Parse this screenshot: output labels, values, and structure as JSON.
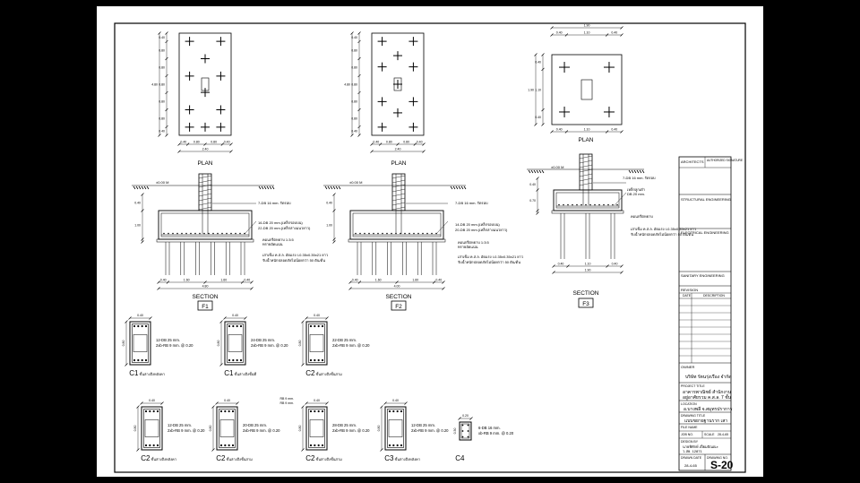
{
  "footings": [
    {
      "id": "F1",
      "plan_label": "PLAN",
      "section_label": "SECTION",
      "plan_dims_v": [
        "0.40",
        "0.80",
        "0.80",
        "0.80",
        "0.80",
        "0.80",
        "0.40"
      ],
      "plan_dims_h": [
        "0.40",
        "0.80",
        "0.80",
        "0.40"
      ],
      "plan_total_v": "4.80",
      "plan_total_h": "2.40",
      "level": "±0.00 M",
      "dim_left": [
        "0.40",
        "1.00",
        "0.50"
      ],
      "sec_dims": [
        "0.40",
        "1.60",
        "1.60",
        "0.40"
      ],
      "sec_total": "4.80",
      "note_top": "7-DB 16 mm. รัดรอบ",
      "note_bars1": "16-DB 20 mm.(เหล็กรอบบน)",
      "note_bars2": "22-DB 20 mm.(เหล็กล่างแนวยาว)",
      "note_lean": "คอนกรีตหยาบ 1:3:5",
      "note_lean2": "ทรายอัดแน่น",
      "note_pile": "เสาเข็ม ค.ส.ล. อัดแรง I-0.35x0.35x21 ยาว",
      "note_pile2": "รับน้ำหนักปลอดภัยไม่น้อยกว่า 50 ตัน/ต้น"
    },
    {
      "id": "F2",
      "plan_label": "PLAN",
      "section_label": "SECTION",
      "plan_dims_v": [
        "0.40",
        "0.80",
        "0.80",
        "0.80",
        "0.80",
        "0.80",
        "0.40"
      ],
      "plan_dims_h": [
        "0.40",
        "0.80",
        "0.80",
        "0.40"
      ],
      "plan_total_v": "4.80",
      "plan_total_h": "2.40",
      "level": "±0.00 M",
      "dim_left": [
        "0.40",
        "1.00",
        "0.50"
      ],
      "sec_dims": [
        "0.40",
        "1.60",
        "1.60",
        "0.40"
      ],
      "sec_total": "4.00",
      "note_top": "7-DB 16 mm. รัดรอบ",
      "note_bars1": "14-DB 20 mm.(เหล็กรอบบน)",
      "note_bars2": "20-DB 20 mm.(เหล็กล่างแนวยาว)",
      "note_lean": "คอนกรีตหยาบ 1:3:5",
      "note_lean2": "ทรายอัดแน่น",
      "note_pile": "เสาเข็ม ค.ส.ล. อัดแรง I-0.35x0.35x21 ยาว",
      "note_pile2": "รับน้ำหนักปลอดภัยไม่น้อยกว่า 50 ตัน/ต้น"
    },
    {
      "id": "F3",
      "plan_label": "PLAN",
      "section_label": "SECTION",
      "plan_dims_top": [
        "0.40",
        "1.10",
        "0.40"
      ],
      "plan_top_total": "1.90",
      "plan_dims_v": [
        "0.40",
        "1.10",
        "0.40"
      ],
      "plan_total_v": "1.90",
      "plan_dims_h": [
        "0.40",
        "1.10",
        "0.40"
      ],
      "plan_total_h": "1.90",
      "level": "±0.00 M",
      "dim_left": [
        "0.40",
        "0.70",
        "0.50"
      ],
      "sec_dims": [
        "0.40",
        "1.10",
        "0.40"
      ],
      "sec_total": "1.90",
      "note_top": "7-DB 16 mm. รัดรอบ",
      "note_bars1": "เหล็กลูกเต๋า",
      "note_bars2": "DB 20 mm.",
      "note_lean": "คอนกรีตหยาบ",
      "note_pile": "เสาเข็ม ค.ส.ล. อัดแรง I-0.35x0.35x21 ยาว",
      "note_pile2": "รับน้ำหนักปลอดภัยไม่น้อยกว่า 50 ตัน/ต้น"
    }
  ],
  "columns_row1": [
    {
      "id": "C1",
      "tag": "ชั้นล่างถึงหลังคา",
      "dim_w": "0.40",
      "dim_h": "0.80",
      "bars": "12-DB 25 mm.",
      "ties": "2xb-RB 9 mm. @ 0.20"
    },
    {
      "id": "C1",
      "tag": "ชั้นล่างถึงชั้นที่",
      "dim_w": "0.40",
      "dim_h": "0.80",
      "bars": "24-DB 25 mm.",
      "ties": "2xb-RB 9 mm. @ 0.20"
    },
    {
      "id": "C2",
      "tag": "ชั้นล่างถึงชั้นสาม",
      "dim_w": "0.40",
      "dim_h": "0.80",
      "bars": "22-DB 25 mm.",
      "ties": "2xb-RB 9 mm. @ 0.20"
    }
  ],
  "columns_row2": [
    {
      "id": "C2",
      "tag": "ชั้นล่างถึงหลังคา",
      "dim_w": "0.40",
      "dim_h": "0.80",
      "bars": "12-DB 25 mm.",
      "ties": "2xb-RB 9 mm. @ 0.20"
    },
    {
      "id": "C2",
      "tag": "ชั้นล่างถึงชั้นสาม",
      "dim_w": "0.40",
      "dim_h": "0.80",
      "bars": "20-DB 25 mm.",
      "ties": "2xb-RB 9 mm. @ 0.20"
    },
    {
      "id": "C2",
      "tag": "ชั้นล่างถึงชั้นสาม",
      "dim_w": "0.40",
      "dim_h": "0.80",
      "bars": "28-DB 25 mm.",
      "ties": "2xb-RB 9 mm. @ 0.20",
      "extra": [
        "RB 9 mm.",
        "RB 9 mm."
      ]
    },
    {
      "id": "C3",
      "tag": "ชั้นล่างถึงหลังคา",
      "dim_w": "0.40",
      "dim_h": "0.80",
      "bars": "12-DB 25 mm.",
      "ties": "2xb-RB 9 mm. @ 0.20"
    }
  ],
  "column_c4": {
    "id": "C4",
    "dim_w": "0.20",
    "dim_h": "0.30",
    "bars": "6-DB 16 mm.",
    "ties": "xb-RB 9 mm. @ 0.20"
  },
  "title_block": {
    "architects": "ARCHITECTS",
    "authorized": "AUTHORIZED SIGNATURE",
    "structural": "STRUCTURAL ENGINEERING",
    "electrical": "ELECTRICAL ENGINEERING",
    "sanitary": "SANITARY ENGINEERING",
    "revision": "REVISION",
    "date": "DATE",
    "description": "DESCRIPTION",
    "owner_label": "OWNER",
    "owner": "บริษัท รัตนรุ่งเรือง จำกัด",
    "project_label": "PROJECT TITLE",
    "project1": "อาคารพาณิชย์ สำนักงาน",
    "project2": "อยู่อาศัยรวม ค.ส.ล. 7 ชั้น",
    "location_label": "LOCATION",
    "location": "อ.บางพลี จ.สมุทรปราการ",
    "drawing_label": "DRAWING TITLE",
    "drawing": "แบบขยายฐานราก เสา",
    "file_label": "FILE NAME",
    "job_label": "JOB NO.",
    "scale_label": "SCALE",
    "date_label": "DATE",
    "date_value": "28-4-65",
    "design_label": "DESIGN BY",
    "designer": "นายพิทักษ์ เปี่ยมปัณณะ",
    "designer2": "ว-สย. 12871",
    "sheet_date_label": "DRAWN DATE",
    "sheet_date": "28-4-65",
    "drawing_no_label": "DRAWING NO.",
    "drawing_no": "S-20"
  }
}
